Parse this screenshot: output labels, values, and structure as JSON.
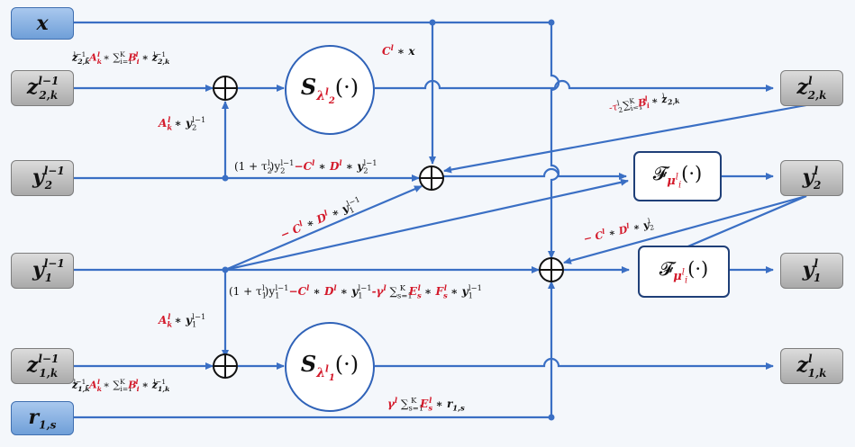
{
  "inputs": {
    "x": "x",
    "z2_prev": "z",
    "z2_prev_sup": "l−1",
    "z2_prev_sub": "2,k",
    "y2_prev": "y",
    "y2_prev_sup": "l−1",
    "y2_prev_sub": "2",
    "y1_prev": "y",
    "y1_prev_sup": "l−1",
    "y1_prev_sub": "1",
    "z1_prev": "z",
    "z1_prev_sup": "l−1",
    "z1_prev_sub": "1,k",
    "r1s": "r",
    "r1s_sub": "1,s"
  },
  "outputs": {
    "z2": "z",
    "z2_sup": "l",
    "z2_sub": "2,k",
    "y2": "y",
    "y2_sup": "l",
    "y2_sub": "2",
    "y1": "y",
    "y1_sup": "l",
    "y1_sub": "1",
    "z1": "z",
    "z1_sup": "l",
    "z1_sub": "1,k"
  },
  "operators": {
    "S_top": "S",
    "S_top_sub": "λ",
    "S_top_subsup": "l",
    "S_top_subsub": "2",
    "S_top_arg": "(·)",
    "S_bot": "S",
    "S_bot_sub": "λ",
    "S_bot_subsup": "l",
    "S_bot_subsub": "1",
    "S_bot_arg": "(·)",
    "F_top": "𝓕",
    "F_top_sub": "μ",
    "F_top_subsup": "l",
    "F_top_subsub": "i",
    "F_top_arg": "(·)",
    "F_bot": "𝓕",
    "F_bot_sub": "μ",
    "F_bot_subsup": "l",
    "F_bot_subsub": "i",
    "F_bot_arg": "(·)",
    "sum_symbol": "+"
  },
  "labels": {
    "cx_C": "C",
    "cx_sup": "l",
    "cx_rest": " ∗ x",
    "z2_input_formula_a": "z",
    "z2_input_formula_b": "-",
    "z2_input_formula_A": "A",
    "z2_input_formula_c": " ∗ ∑",
    "z2_input_formula_B": "B",
    "z2_input_formula_d": " ∗ z",
    "Ak_y2_A": "A",
    "Ak_y2_rest": " ∗ y",
    "y2_combo_a": "(1 + τ",
    "y2_combo_b": ")y",
    "y2_combo_C": "−C",
    "y2_combo_c": " ∗ ",
    "y2_combo_D": "D",
    "y2_combo_d": " ∗ y",
    "tau2_feedback_a": "-τ",
    "tau2_feedback_b": " ∑",
    "tau2_feedback_B": "B",
    "tau2_feedback_c": " ∗ z",
    "cdy1_a": "− C",
    "cdy1_b": " ∗ ",
    "cdy1_D": "D",
    "cdy1_c": " ∗ y",
    "cdy2_a": "− C",
    "cdy2_b": " ∗ ",
    "cdy2_D": "D",
    "cdy2_c": " ∗ y",
    "y1_combo_a": "(1 + τ",
    "y1_combo_b": ")y",
    "y1_combo_C": "−C",
    "y1_combo_c": " ∗ ",
    "y1_combo_D": "D",
    "y1_combo_d": " ∗ y",
    "y1_combo_gamma": "-γ",
    "y1_combo_e": " ∑",
    "y1_combo_E": "E",
    "y1_combo_f": " ∗ ",
    "y1_combo_F": "F",
    "y1_combo_g": " ∗ y",
    "Ak_y1_A": "A",
    "Ak_y1_rest": " ∗ y",
    "z1_input_formula_a": "z",
    "z1_input_formula_b": "-",
    "z1_input_formula_A": "A",
    "z1_input_formula_c": " ∗ ∑",
    "z1_input_formula_B": "B",
    "z1_input_formula_d": " ∗ z",
    "gamma_E_a": "γ",
    "gamma_E_b": " ∑",
    "gamma_E_E": "E",
    "gamma_E_c": " ∗ r",
    "k": "k",
    "l": "l",
    "lm1": "l−1",
    "i": "i",
    "s": "s",
    "K": "K",
    "i1": "i=1",
    "s1": "s=1",
    "two": "2",
    "one": "1",
    "twok": "2,k",
    "onek": "1,k",
    "ones": "1,s"
  },
  "colors": {
    "line": "#3a6fc4",
    "accent_red": "#d3192a",
    "input_blue": "#86aee3",
    "output_gray": "#b4b4b4"
  }
}
